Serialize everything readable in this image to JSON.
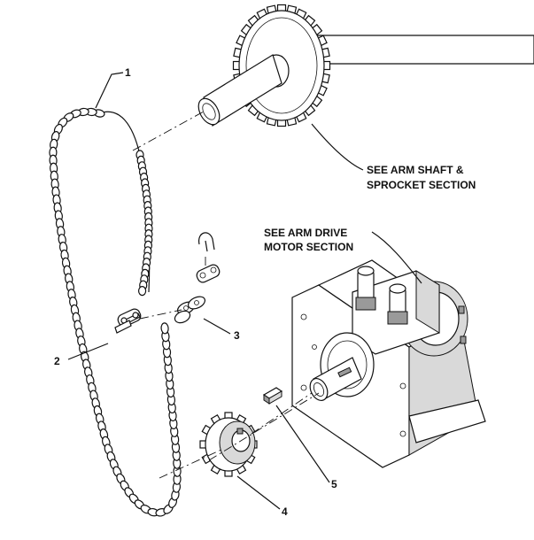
{
  "callouts": {
    "c1": "1",
    "c2": "2",
    "c3": "3",
    "c4": "4",
    "c5": "5"
  },
  "notes": {
    "arm_shaft_line1": "SEE ARM SHAFT &",
    "arm_shaft_line2": "SPROCKET SECTION",
    "arm_drive_line1": "SEE ARM DRIVE",
    "arm_drive_line2": "MOTOR SECTION"
  }
}
